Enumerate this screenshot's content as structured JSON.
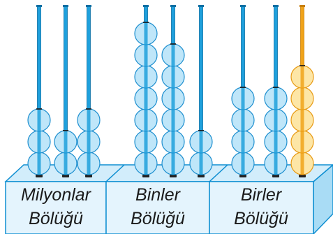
{
  "sections": [
    {
      "line1": "Milyonlar",
      "line2": "Bölüğü"
    },
    {
      "line1": "Binler",
      "line2": "Bölüğü"
    },
    {
      "line1": "Birler",
      "line2": "Bölüğü"
    }
  ],
  "rods": [
    {
      "section": 0,
      "beads": 3,
      "highlight": false
    },
    {
      "section": 0,
      "beads": 2,
      "highlight": false
    },
    {
      "section": 0,
      "beads": 3,
      "highlight": false
    },
    {
      "section": 1,
      "beads": 7,
      "highlight": false
    },
    {
      "section": 1,
      "beads": 6,
      "highlight": false
    },
    {
      "section": 1,
      "beads": 2,
      "highlight": false
    },
    {
      "section": 2,
      "beads": 4,
      "highlight": false
    },
    {
      "section": 2,
      "beads": 4,
      "highlight": false
    },
    {
      "section": 2,
      "beads": 5,
      "highlight": true
    }
  ],
  "colors": {
    "rod": "#1fa0dc",
    "rod_dark": "#0c6fa3",
    "bead_fill": "#bfe6f9",
    "bead_stroke": "#1e8fcf",
    "highlight_rod": "#f0a31a",
    "highlight_fill": "#fde6a6",
    "highlight_stroke": "#e89a12",
    "box_front": "#e4f4fd",
    "box_top": "#d2edfb",
    "box_side": "#a9dcf5",
    "box_edge": "#0f8fd2"
  }
}
